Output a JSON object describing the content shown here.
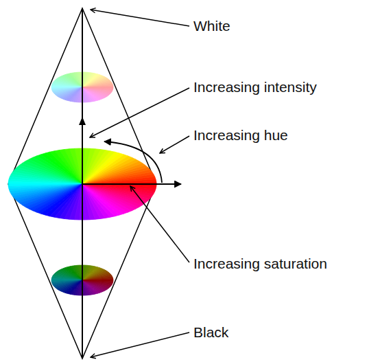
{
  "diagram": {
    "labels": [
      "White",
      "Increasing intensity",
      "Increasing hue",
      "Increasing saturation",
      "Black"
    ]
  }
}
